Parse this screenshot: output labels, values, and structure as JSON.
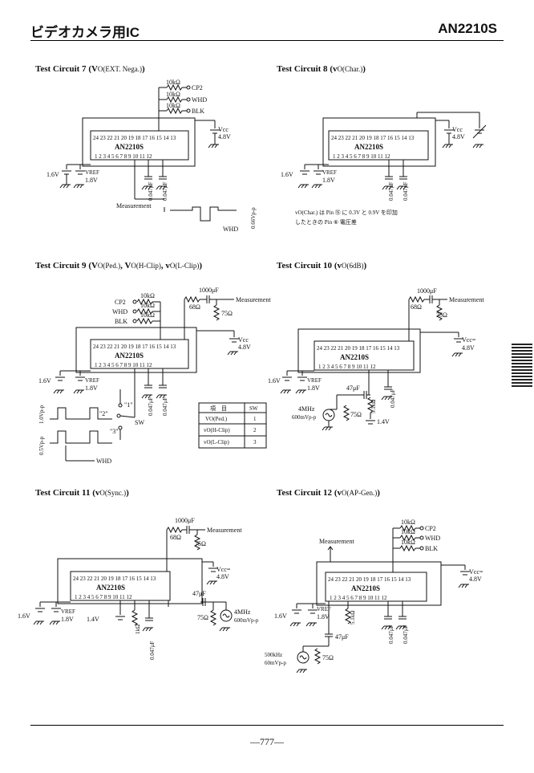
{
  "header": {
    "left": "ビデオカメラ用IC",
    "right": "AN2210S"
  },
  "footer": {
    "page": "—777—"
  },
  "chip": {
    "label": "AN2210S",
    "pins_top": "24 23 22 21 20 19 18 17 16 15 14 13",
    "pins_bottom": "1 2 3 4 5 6 7 8 9 10 11 12"
  },
  "circuits": [
    {
      "title": "Test Circuit 7",
      "param": "(V",
      "sub": "O(EXT. Nega.)",
      "close": ")",
      "labels": {
        "r1": "10kΩ",
        "r2": "10kΩ",
        "r3": "10kΩ",
        "cp2": "CP2",
        "whd": "WHD",
        "blk": "BLK",
        "vcc": "Vcc",
        "vccv": "4.8V",
        "v16": "1.6V",
        "vref": "VREF",
        "vrefv": "1.8V",
        "c1": "0.047μF",
        "c2": "0.047μF",
        "meas": "Measurement",
        "vpp": "0.66Vp-p",
        "whd2": "WHD"
      }
    },
    {
      "title": "Test Circuit 8",
      "param": "(v",
      "sub": "O(Char.)",
      "close": ")",
      "labels": {
        "vcc": "Vcc",
        "vccv": "4.8V",
        "v16": "1.6V",
        "vref": "VREF",
        "vrefv": "1.8V",
        "c1": "0.047μF",
        "c2": "0.047μF",
        "note1": "vO(Char.) は Pin ⑮ に 0.3V と 0.9V を印加",
        "note2": "したときの Pin ⑥ 電圧差"
      }
    },
    {
      "title": "Test Circuit 9",
      "param": "(V",
      "sub": "O(Ped.)",
      "mid1": ", V",
      "sub2": "O(H-Clip)",
      "mid2": ", v",
      "sub3": "O(L-Clip)",
      "close": ")",
      "labels": {
        "r1": "10kΩ",
        "r2": "10kΩ",
        "r3": "10kΩ",
        "cp2": "CP2",
        "whd": "WHD",
        "blk": "BLK",
        "cap": "1000μF",
        "r68": "68Ω",
        "r75": "75Ω",
        "meas": "Measurement",
        "vcc": "Vcc",
        "vccv": "4.8V",
        "v16": "1.6V",
        "vref": "VREF",
        "vrefv": "1.8V",
        "c1": "0.047μF",
        "c2": "0.047μF",
        "p1": "\"1\"",
        "p2": "\"2\"",
        "p3": "\"3\"",
        "sw": "SW",
        "v1": "1.0Vp-p",
        "v05": "0.5Vp-p",
        "whd2": "WHD"
      },
      "table": {
        "h1": "項　目",
        "h2": "SW",
        "rows": [
          {
            "item": "VO(Ped.)",
            "sw": "1"
          },
          {
            "item": "vO(H-Clip)",
            "sw": "2"
          },
          {
            "item": "vO(L-Clip)",
            "sw": "3"
          }
        ]
      }
    },
    {
      "title": "Test Circuit 10",
      "param": "(v",
      "sub": "O(6dB)",
      "close": ")",
      "labels": {
        "cap": "1000μF",
        "r68": "68Ω",
        "r75": "75Ω",
        "meas": "Measurement",
        "vcc": "Vcc=",
        "vccv": "4.8V",
        "v16": "1.6V",
        "vref": "VREF",
        "vrefv": "1.8V",
        "c47": "47μF",
        "c1": "0.047μF",
        "src": "4MHz",
        "srcv": "600mVp-p",
        "r75b": "75Ω",
        "r51": "5.1kΩ",
        "v14": "1.4V"
      }
    },
    {
      "title": "Test Circuit 11",
      "param": "(v",
      "sub": "O(Sync.)",
      "close": ")",
      "labels": {
        "cap": "1000μF",
        "r68": "68Ω",
        "r75": "75Ω",
        "meas": "Measurement",
        "vcc": "Vcc=",
        "vccv": "4.8V",
        "v16": "1.6V",
        "vref": "VREF",
        "vrefv": "1.8V",
        "c47": "47μF",
        "v14": "1.4V",
        "r1k": "1kΩ",
        "c1": "0.047μF",
        "r75b": "75Ω",
        "src": "4MHz",
        "srcv": "600mVp-p"
      }
    },
    {
      "title": "Test Circuit 12",
      "param": "(v",
      "sub": "O(AP-Gen.)",
      "close": ")",
      "labels": {
        "r1": "10kΩ",
        "r2": "10kΩ",
        "r3": "10kΩ",
        "cp2": "CP2",
        "whd": "WHD",
        "blk": "BLK",
        "meas": "Measurement",
        "vcc": "Vcc=",
        "vccv": "4.8V",
        "v16": "1.6V",
        "vref": "VREF",
        "vrefv": "1.8V",
        "r51": "5.1kΩ",
        "c1": "0.047μF",
        "c2": "0.047μF",
        "c47": "47μF",
        "src": "500kHz",
        "srcv": "60mVp-p",
        "r75": "75Ω"
      }
    }
  ]
}
